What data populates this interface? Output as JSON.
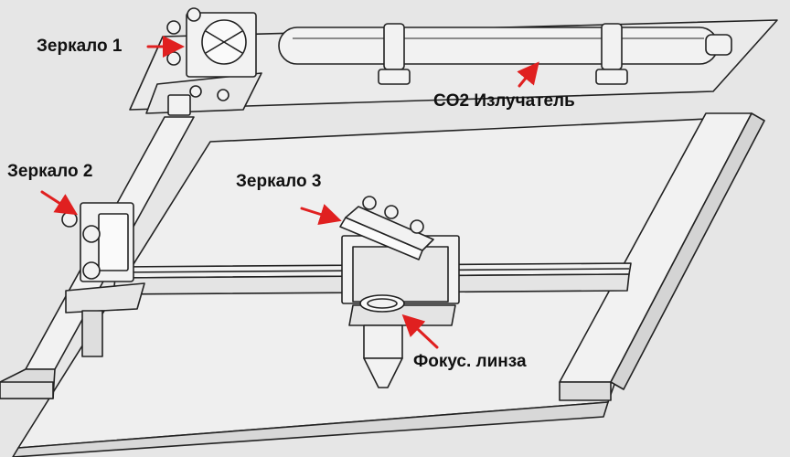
{
  "labels": {
    "mirror1": "Зеркало 1",
    "mirror2": "Зеркало 2",
    "mirror3": "Зеркало 3",
    "emitter": "CO2 Излучатель",
    "lens": "Фокус. линза"
  },
  "colors": {
    "arrow": "#e02020",
    "line": "#222222",
    "fill_light": "#f2f2f2",
    "background": "#e6e6e6"
  }
}
